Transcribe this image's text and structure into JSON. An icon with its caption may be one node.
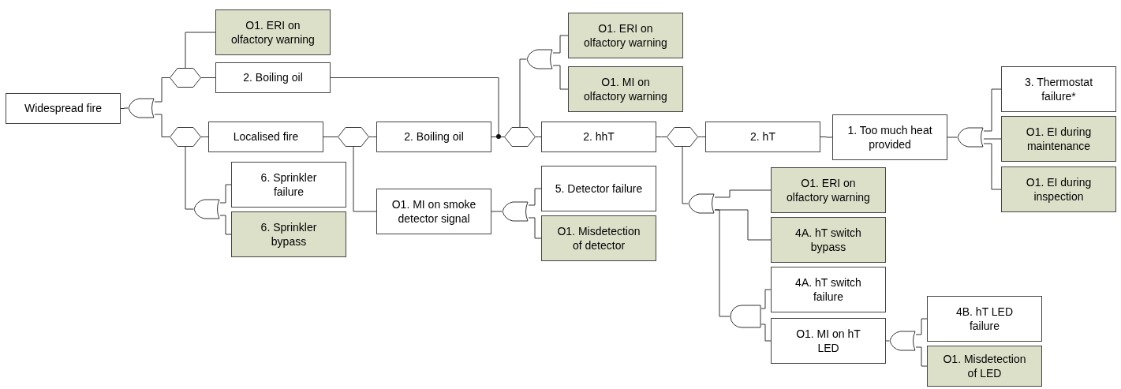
{
  "diagram": {
    "nodes": [
      {
        "text": [
          "Widespread fire"
        ]
      },
      {
        "text": [],
        "shape": "or-gate"
      },
      {
        "text": [],
        "shape": "hexagon"
      },
      {
        "text": [],
        "shape": "hexagon"
      },
      {
        "text": [
          "O1. ERI on olfactory warning"
        ]
      },
      {
        "text": [
          "2. Boiling oil"
        ]
      },
      {
        "text": [
          "Localised fire"
        ]
      },
      {
        "text": [
          "6. Sprinkler failure"
        ]
      },
      {
        "text": [
          "6. Sprinkler bypass"
        ]
      },
      {
        "text": [],
        "shape": "or-gate"
      },
      {
        "text": [],
        "shape": "hexagon"
      },
      {
        "text": [
          "2. Boiling oil"
        ]
      },
      {
        "text": [
          "O1. MI on smoke detector signal"
        ]
      },
      {
        "text": [],
        "shape": "or-gate"
      },
      {
        "text": [
          "5. Detector failure"
        ]
      },
      {
        "text": [
          "O1. Misdetection of detector"
        ]
      },
      {
        "text": [],
        "shape": "hexagon"
      },
      {
        "text": [],
        "shape": "or-gate"
      },
      {
        "text": [
          "O1. ERI on olfactory warning"
        ]
      },
      {
        "text": [
          "O1. MI on olfactory warning"
        ]
      },
      {
        "text": [
          "2. hhT"
        ]
      },
      {
        "text": [],
        "shape": "hexagon"
      },
      {
        "text": [
          "2. hT"
        ]
      },
      {
        "text": [],
        "shape": "or-gate"
      },
      {
        "text": [
          "O1. ERI on olfactory warning"
        ]
      },
      {
        "text": [
          "4A. hT switch bypass"
        ]
      },
      {
        "text": [
          "4A. hT switch failure"
        ]
      },
      {
        "text": [],
        "shape": "and-gate"
      },
      {
        "text": [
          "O1. MI on hT LED"
        ]
      },
      {
        "text": [],
        "shape": "or-gate"
      },
      {
        "text": [
          "4B. hT LED failure"
        ]
      },
      {
        "text": [
          "O1. Misdetection of LED"
        ]
      },
      {
        "text": [
          "1. Too much heat provided"
        ]
      },
      {
        "text": [],
        "shape": "or-gate"
      },
      {
        "text": [
          "3. Thermostat failure*"
        ]
      },
      {
        "text": [
          "O1. EI during maintenance"
        ]
      },
      {
        "text": [
          "O1. EI during inspection"
        ]
      }
    ],
    "edges": [
      {
        "from": 0,
        "to": 1,
        "arrow": "none"
      },
      {
        "from": 1,
        "to": 2,
        "arrow": "none"
      },
      {
        "from": 1,
        "to": 3,
        "arrow": "none"
      },
      {
        "from": 2,
        "to": 4,
        "arrow": "none"
      },
      {
        "from": 2,
        "to": 5,
        "arrow": "none"
      },
      {
        "from": 3,
        "to": 6,
        "arrow": "none"
      },
      {
        "from": 3,
        "to": 9,
        "arrow": "none"
      },
      {
        "from": 9,
        "to": 7,
        "arrow": "none"
      },
      {
        "from": 9,
        "to": 8,
        "arrow": "none"
      },
      {
        "from": 6,
        "to": 10,
        "arrow": "none"
      },
      {
        "from": 10,
        "to": 11,
        "arrow": "none"
      },
      {
        "from": 10,
        "to": 12,
        "arrow": "none"
      },
      {
        "from": 12,
        "to": 13,
        "arrow": "none"
      },
      {
        "from": 13,
        "to": 14,
        "arrow": "none"
      },
      {
        "from": 13,
        "to": 15,
        "arrow": "none"
      },
      {
        "from": 5,
        "to": 16,
        "arrow": "none"
      },
      {
        "from": 11,
        "to": 16,
        "arrow": "none"
      },
      {
        "from": 16,
        "to": 17,
        "arrow": "none"
      },
      {
        "from": 17,
        "to": 18,
        "arrow": "none"
      },
      {
        "from": 17,
        "to": 19,
        "arrow": "none"
      },
      {
        "from": 16,
        "to": 20,
        "arrow": "none"
      },
      {
        "from": 20,
        "to": 21,
        "arrow": "none"
      },
      {
        "from": 21,
        "to": 22,
        "arrow": "none"
      },
      {
        "from": 21,
        "to": 23,
        "arrow": "none"
      },
      {
        "from": 23,
        "to": 24,
        "arrow": "none"
      },
      {
        "from": 23,
        "to": 25,
        "arrow": "none"
      },
      {
        "from": 23,
        "to": 27,
        "arrow": "none"
      },
      {
        "from": 27,
        "to": 26,
        "arrow": "none"
      },
      {
        "from": 27,
        "to": 28,
        "arrow": "none"
      },
      {
        "from": 28,
        "to": 29,
        "arrow": "none"
      },
      {
        "from": 29,
        "to": 30,
        "arrow": "none"
      },
      {
        "from": 29,
        "to": 31,
        "arrow": "none"
      },
      {
        "from": 22,
        "to": 32,
        "arrow": "none"
      },
      {
        "from": 32,
        "to": 33,
        "arrow": "none"
      },
      {
        "from": 33,
        "to": 34,
        "arrow": "none"
      },
      {
        "from": 33,
        "to": 35,
        "arrow": "none"
      },
      {
        "from": 33,
        "to": 36,
        "arrow": "none"
      }
    ]
  }
}
